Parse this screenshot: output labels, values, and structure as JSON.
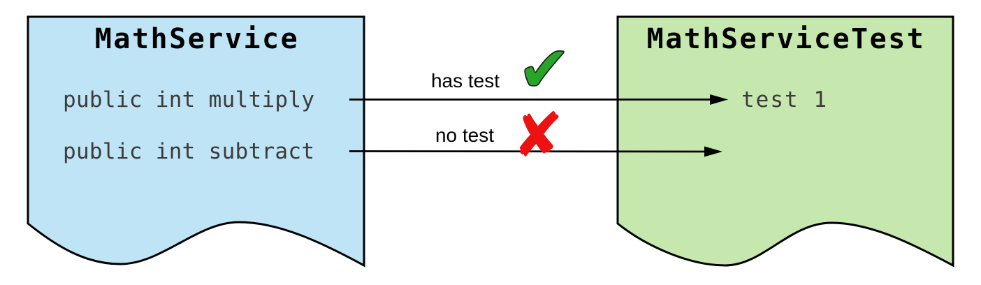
{
  "canvas": {
    "background_color": "#ffffff",
    "outline_color": "#000000"
  },
  "left_document": {
    "title": "MathService",
    "methods": [
      "public int multiply",
      "public int subtract"
    ],
    "fill_color": "#bfe4f6",
    "border_color": "#000000"
  },
  "right_document": {
    "title": "MathServiceTest",
    "tests": [
      "test 1"
    ],
    "fill_color": "#c6e8ae",
    "border_color": "#000000"
  },
  "relations": [
    {
      "label": "has test",
      "status": "covered",
      "icon": "check-icon",
      "glyph": "✔",
      "icon_color": "#28a428"
    },
    {
      "label": "no test",
      "status": "uncovered",
      "icon": "cross-icon",
      "glyph": "✘",
      "icon_color": "#ee1111"
    }
  ],
  "arrow_color": "#000000"
}
